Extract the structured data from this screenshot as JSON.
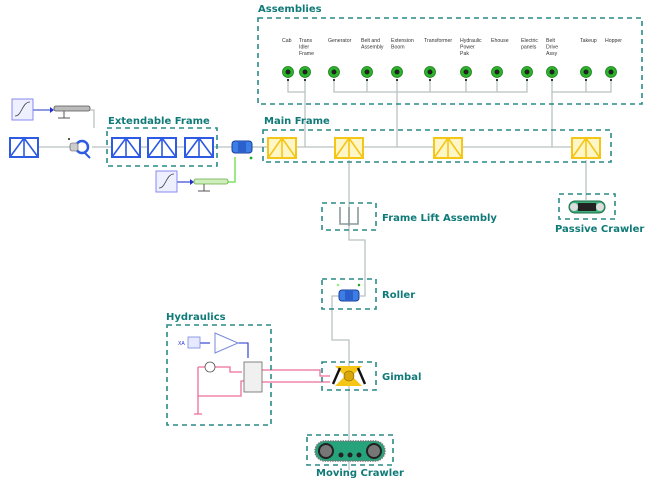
{
  "diagram": {
    "groups": {
      "assemblies": "Assemblies",
      "extendable_frame": "Extendable Frame",
      "main_frame": "Main Frame",
      "frame_lift": "Frame Lift Assembly",
      "passive_crawler": "Passive Crawler",
      "roller": "Roller",
      "hydraulics": "Hydraulics",
      "gimbal": "Gimbal",
      "moving_crawler": "Moving Crawler"
    },
    "assemblies": [
      {
        "lines": [
          "Cab"
        ]
      },
      {
        "lines": [
          "Trans",
          "Idler",
          "Frame"
        ]
      },
      {
        "lines": [
          "Generator"
        ]
      },
      {
        "lines": [
          "Belt and",
          "Assembly"
        ]
      },
      {
        "lines": [
          "Extension",
          "Boom"
        ]
      },
      {
        "lines": [
          "Transformer"
        ]
      },
      {
        "lines": [
          "Hydraulic",
          "Power",
          "Pak"
        ]
      },
      {
        "lines": [
          "Ehouse"
        ]
      },
      {
        "lines": [
          "Electric",
          "panels"
        ]
      },
      {
        "lines": [
          "Belt",
          "Drive",
          "Assy"
        ]
      },
      {
        "lines": [
          "Takeup"
        ]
      },
      {
        "lines": [
          "Hopper"
        ]
      }
    ],
    "colors": {
      "group_frame": "#2a8a86",
      "title": "#0f7a78",
      "blue_block": "#2d5be3",
      "yellow_block": "#f5c518",
      "green_connector": "#22aa22",
      "hydraulic_line": "#ee6e9a",
      "signal_line": "#2233cc"
    }
  }
}
